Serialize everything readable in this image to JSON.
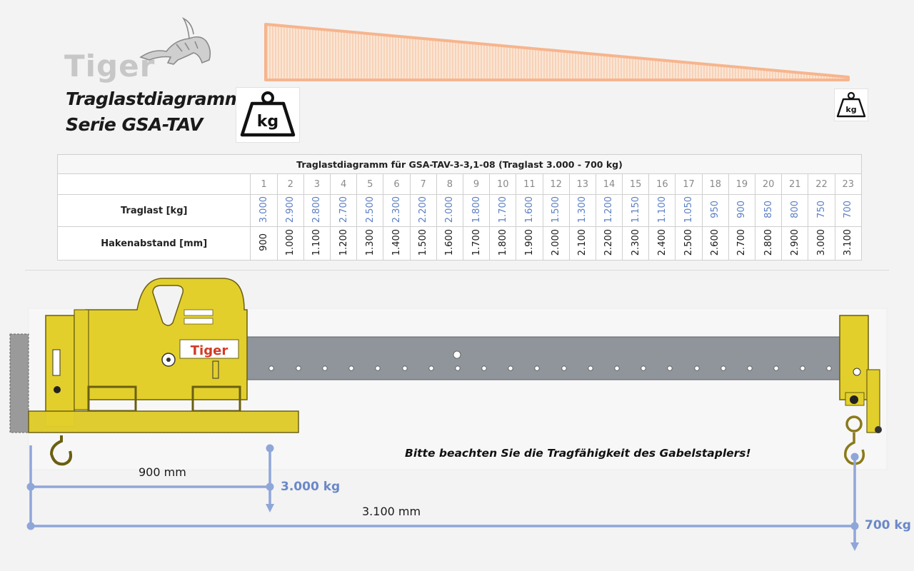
{
  "brand": {
    "name": "Tiger",
    "beam_brand": "Tiger"
  },
  "title": {
    "line1": "Traglastdiagramm",
    "line2": "Serie GSA-TAV"
  },
  "icons": {
    "weight_big": "kg",
    "weight_small": "kg",
    "logo_icon": "tiger-icon",
    "weight_icon": "weight-icon"
  },
  "table": {
    "caption": "Traglastdiagramm für GSA-TAV-3-3,1-08 (Traglast 3.000 - 700 kg)",
    "load_label": "Traglast [kg]",
    "distance_label": "Hakenabstand [mm]",
    "positions": [
      "1",
      "2",
      "3",
      "4",
      "5",
      "6",
      "7",
      "8",
      "9",
      "10",
      "11",
      "12",
      "13",
      "14",
      "15",
      "16",
      "17",
      "18",
      "19",
      "20",
      "21",
      "22",
      "23"
    ],
    "loads": [
      "3.000",
      "2.900",
      "2.800",
      "2.700",
      "2.500",
      "2.300",
      "2.200",
      "2.000",
      "1.800",
      "1.700",
      "1.600",
      "1.500",
      "1.300",
      "1.200",
      "1.150",
      "1.100",
      "1.050",
      "950",
      "900",
      "850",
      "800",
      "750",
      "700"
    ],
    "distances": [
      "900",
      "1.000",
      "1.100",
      "1.200",
      "1.300",
      "1.400",
      "1.500",
      "1.600",
      "1.700",
      "1.800",
      "1.900",
      "2.000",
      "2.100",
      "2.200",
      "2.300",
      "2.400",
      "2.500",
      "2.600",
      "2.700",
      "2.800",
      "2.900",
      "3.000",
      "3.100"
    ]
  },
  "diagram": {
    "min_distance": "900 mm",
    "max_distance": "3.100 mm",
    "min_load": "3.000 kg",
    "max_load": "700 kg",
    "note": "Bitte beachten Sie die Tragfähigkeit des Gabelstaplers!"
  },
  "colors": {
    "beam_yellow": "#e3cf2c",
    "beam_grey": "#8f959a",
    "accent_blue": "#6a88c8",
    "wedge_orange": "#f6c7a6"
  }
}
